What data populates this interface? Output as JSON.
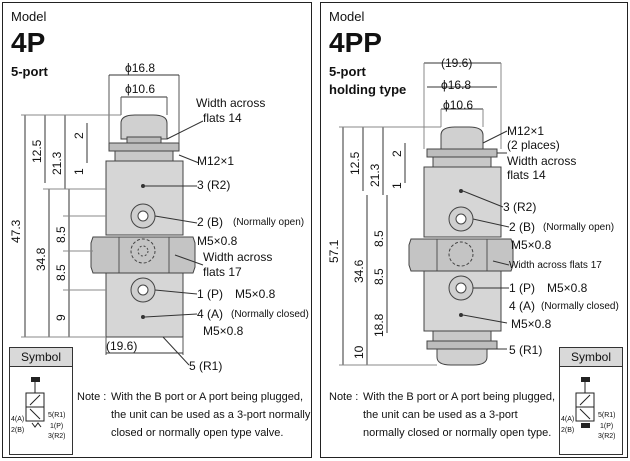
{
  "left": {
    "model_label": "Model",
    "model_name": "4P",
    "subtitle": "5-port",
    "dim_d16_8": "ϕ16.8",
    "dim_d10_6": "ϕ10.6",
    "flats14": [
      "Width across",
      "flats 14"
    ],
    "m12": "M12×1",
    "port_r2": "3 (R2)",
    "port_b": "2 (B)",
    "port_b_note": "(Normally open)",
    "m5_a": "M5×0.8",
    "flats17": [
      "Width across",
      "flats 17"
    ],
    "port_p": "1 (P)",
    "m5_p": "M5×0.8",
    "port_a": "4 (A)",
    "port_a_note": "(Normally closed)",
    "m5_b": "M5×0.8",
    "dim_19_6": "(19.6)",
    "port_r1": "5 (R1)",
    "v_47_3": "47.3",
    "v_12_5": "12.5",
    "v_21_3": "21.3",
    "v_2": "2",
    "v_1": "1",
    "v_34_8": "34.8",
    "v_8_5a": "8.5",
    "v_8_5b": "8.5",
    "v_9": "9",
    "symbol_title": "Symbol",
    "sym_ports": [
      "4(A)",
      "2(B)",
      "5(R1)",
      "1(P)",
      "3(R2)"
    ],
    "note_prefix": "Note :",
    "note_lines": [
      "With the B port or A port being plugged,",
      "the unit can be used as a 3-port normally",
      "closed or normally open type valve."
    ]
  },
  "right": {
    "model_label": "Model",
    "model_name": "4PP",
    "subtitle": "5-port",
    "subtitle2": "holding type",
    "dim_19_6": "(19.6)",
    "dim_d16_8": "ϕ16.8",
    "dim_d10_6": "ϕ10.6",
    "m12": "M12×1",
    "m12_sub": "(2 places)",
    "flats14": [
      "Width across",
      "flats 14"
    ],
    "port_r2": "3 (R2)",
    "port_b": "2 (B)",
    "port_b_note": "(Normally open)",
    "m5_a": "M5×0.8",
    "flats17": "Width across flats 17",
    "port_p": "1 (P)",
    "m5_p": "M5×0.8",
    "port_a": "4 (A)",
    "port_a_note": "(Normally closed)",
    "m5_b": "M5×0.8",
    "port_r1": "5 (R1)",
    "v_57_1": "57.1",
    "v_12_5": "12.5",
    "v_21_3": "21.3",
    "v_2": "2",
    "v_1": "1",
    "v_34_6": "34.6",
    "v_8_5a": "8.5",
    "v_8_5b": "8.5",
    "v_18_8": "18.8",
    "v_10": "10",
    "symbol_title": "Symbol",
    "sym_ports": [
      "4(A)",
      "2(B)",
      "5(R1)",
      "1(P)",
      "3(R2)"
    ],
    "note_prefix": "Note :",
    "note_lines": [
      "With the B port or A port being plugged,",
      "the unit can be used as a 3-port",
      "normally closed or normally open type."
    ]
  }
}
